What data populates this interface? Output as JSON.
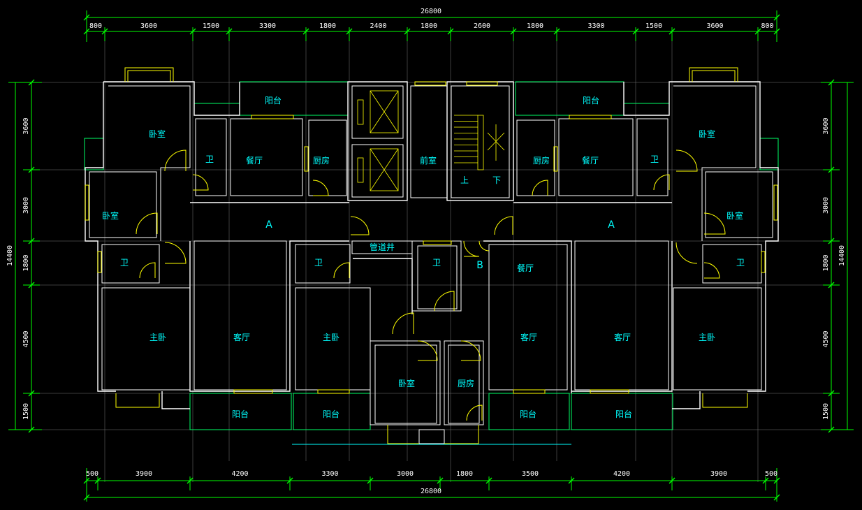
{
  "dimensions": {
    "top_total": "26800",
    "bottom_total": "26800",
    "top_segments": [
      "800",
      "3600",
      "1500",
      "3300",
      "1800",
      "2400",
      "1800",
      "2600",
      "1800",
      "3300",
      "1500",
      "3600",
      "800"
    ],
    "bottom_segments": [
      "500",
      "3900",
      "4200",
      "3300",
      "3000",
      "1800",
      "3500",
      "4200",
      "3900",
      "500"
    ],
    "left_total": "14400",
    "right_total": "14400",
    "left_segments": [
      "3600",
      "3000",
      "1800",
      "4500",
      "1500"
    ],
    "right_segments": [
      "3600",
      "3000",
      "1800",
      "4500",
      "1500"
    ]
  },
  "rooms": {
    "balcony_top_left": "阳台",
    "balcony_top_right": "阳台",
    "bedroom_tl": "卧室",
    "bath_tl": "卫",
    "dining_l": "餐厅",
    "kitchen_l": "厨房",
    "lobby": "前室",
    "kitchen_r": "厨房",
    "dining_r": "餐厅",
    "bath_tr": "卫",
    "bedroom_tr": "卧室",
    "stair_up": "上",
    "stair_down": "下",
    "unit_a_left": "A",
    "unit_a_right": "A",
    "unit_b": "B",
    "bedroom_ml": "卧室",
    "bedroom_mr": "卧室",
    "bath_ml": "卫",
    "bath_mr": "卫",
    "bath_b1": "卫",
    "bath_b2": "卫",
    "shaft": "管道井",
    "dining_b": "餐厅",
    "master_l": "主卧",
    "living_l": "客厅",
    "master_b": "主卧",
    "living_b": "客厅",
    "living_r": "客厅",
    "master_r": "主卧",
    "bedroom_b": "卧室",
    "kitchen_b": "厨房",
    "balcony_b1": "阳台",
    "balcony_b2": "阳台",
    "balcony_b3": "阳台",
    "balcony_b4": "阳台"
  }
}
